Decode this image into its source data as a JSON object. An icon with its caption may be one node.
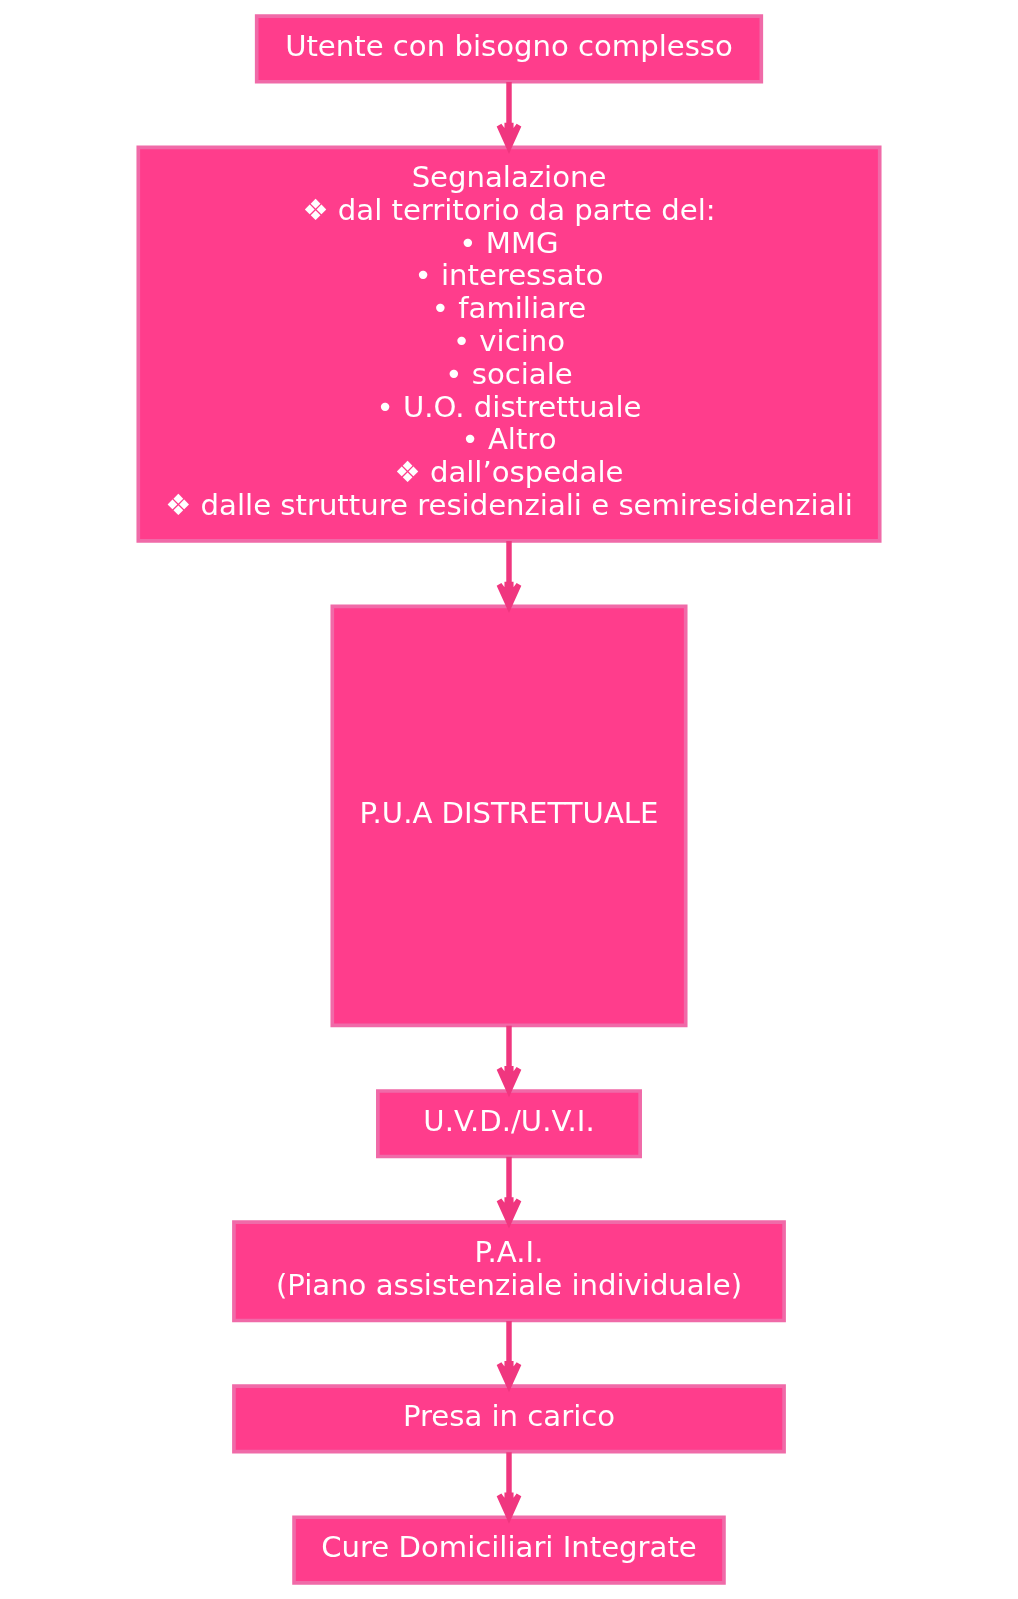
{
  "diagram": {
    "nodes": [
      {
        "text": [
          "Utente con bisogno complesso"
        ]
      },
      {
        "text": [
          "Segnalazione",
          "❖ dal territorio da parte del:",
          "• MMG",
          "• interessato",
          "• familiare",
          "• vicino",
          "• sociale",
          "• U.O. distrettuale",
          "• Altro",
          "❖ dall’ospedale",
          "❖ dalle strutture residenziali e semiresidenziali"
        ]
      },
      {
        "text": [
          "P.U.A DISTRETTUALE"
        ]
      },
      {
        "text": [
          "U.V.D./U.V.I."
        ]
      },
      {
        "text": [
          "P.A.I.",
          "(Piano assistenziale individuale)"
        ]
      },
      {
        "text": [
          "Presa in carico"
        ]
      },
      {
        "text": [
          "Cure Domiciliari Integrate"
        ]
      }
    ],
    "edges": [
      {
        "from": 0,
        "to": 1,
        "arrow": "to"
      },
      {
        "from": 1,
        "to": 2,
        "arrow": "to"
      },
      {
        "from": 2,
        "to": 3,
        "arrow": "to"
      },
      {
        "from": 3,
        "to": 4,
        "arrow": "to"
      },
      {
        "from": 4,
        "to": 5,
        "arrow": "to"
      },
      {
        "from": 5,
        "to": 6,
        "arrow": "to"
      }
    ]
  }
}
